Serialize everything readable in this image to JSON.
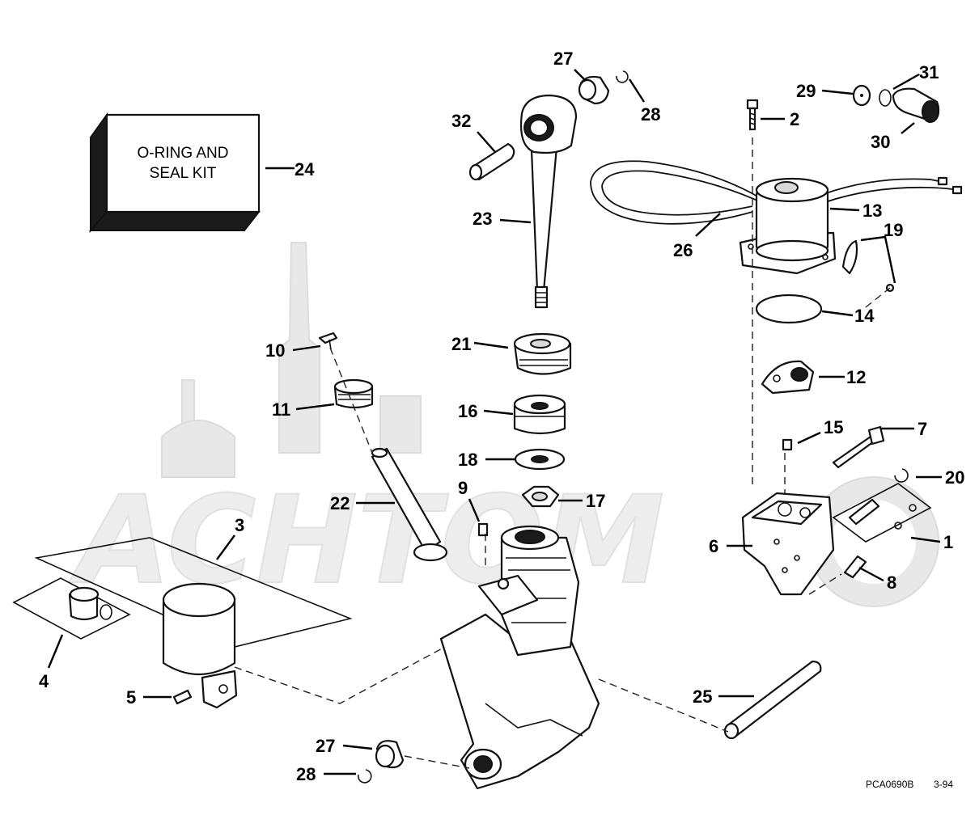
{
  "kit_box": {
    "line1": "O-RING AND",
    "line2": "SEAL KIT"
  },
  "callouts": [
    {
      "id": "c1",
      "label": "1"
    },
    {
      "id": "c2",
      "label": "2"
    },
    {
      "id": "c3",
      "label": "3"
    },
    {
      "id": "c4",
      "label": "4"
    },
    {
      "id": "c5",
      "label": "5"
    },
    {
      "id": "c6",
      "label": "6"
    },
    {
      "id": "c7",
      "label": "7"
    },
    {
      "id": "c8",
      "label": "8"
    },
    {
      "id": "c9",
      "label": "9"
    },
    {
      "id": "c10",
      "label": "10"
    },
    {
      "id": "c11",
      "label": "11"
    },
    {
      "id": "c12",
      "label": "12"
    },
    {
      "id": "c13",
      "label": "13"
    },
    {
      "id": "c14",
      "label": "14"
    },
    {
      "id": "c15",
      "label": "15"
    },
    {
      "id": "c16",
      "label": "16"
    },
    {
      "id": "c17",
      "label": "17"
    },
    {
      "id": "c18",
      "label": "18"
    },
    {
      "id": "c19",
      "label": "19"
    },
    {
      "id": "c20",
      "label": "20"
    },
    {
      "id": "c21",
      "label": "21"
    },
    {
      "id": "c22",
      "label": "22"
    },
    {
      "id": "c23",
      "label": "23"
    },
    {
      "id": "c24",
      "label": "24"
    },
    {
      "id": "c25",
      "label": "25"
    },
    {
      "id": "c26",
      "label": "26"
    },
    {
      "id": "c27a",
      "label": "27"
    },
    {
      "id": "c27b",
      "label": "27"
    },
    {
      "id": "c28a",
      "label": "28"
    },
    {
      "id": "c28b",
      "label": "28"
    },
    {
      "id": "c29",
      "label": "29"
    },
    {
      "id": "c30",
      "label": "30"
    },
    {
      "id": "c31",
      "label": "31"
    },
    {
      "id": "c32",
      "label": "32"
    }
  ],
  "figure_code": "PCA0690B",
  "figure_date": "3-94",
  "watermark": "ACHTOM",
  "colors": {
    "ink": "#111111",
    "paper": "#ffffff",
    "watermark": "#e6e6e6"
  }
}
